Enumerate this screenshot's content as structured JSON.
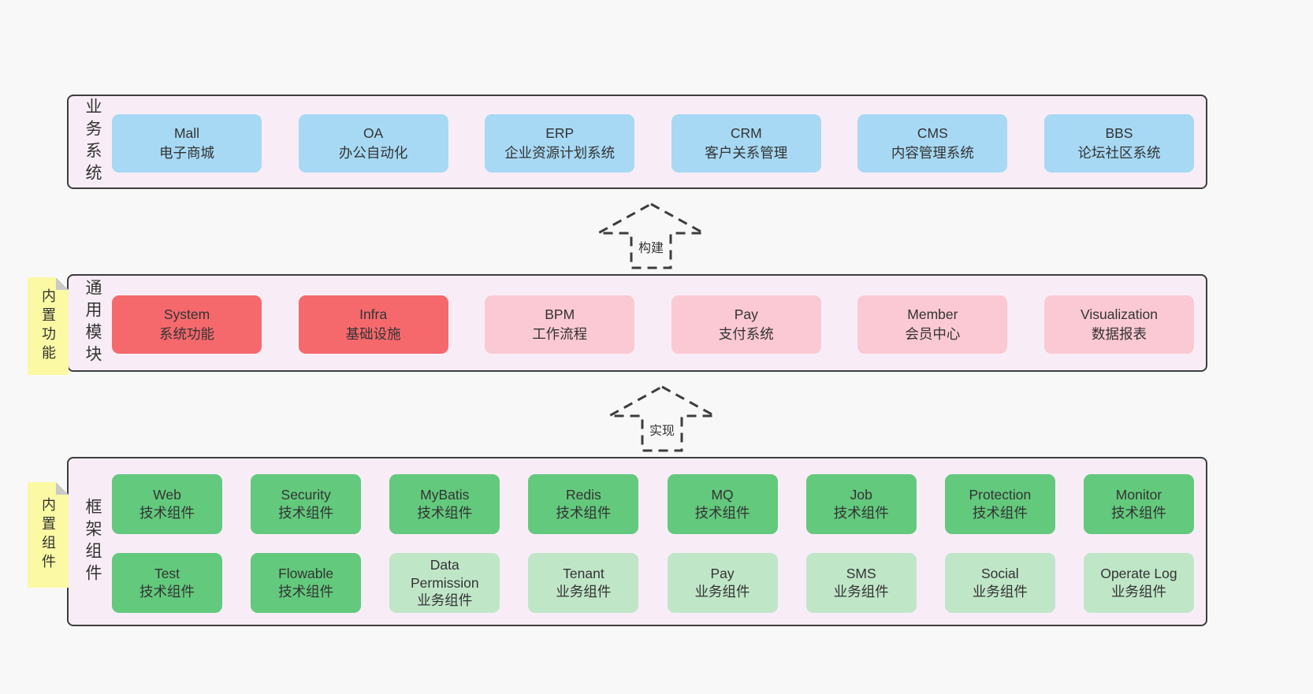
{
  "colors": {
    "page_bg": "#f8f8f8",
    "band_bg": "#f8edf6",
    "band_border": "#3d3d3d",
    "text": "#333333",
    "note_bg": "#fbf9a3",
    "note_fold": "#c9c9c9",
    "blue": "#a7d9f4",
    "red": "#f5696d",
    "pink": "#fbc9d3",
    "green": "#63c97d",
    "lightgreen": "#c0e6c8"
  },
  "arrows": [
    {
      "label": "构建"
    },
    {
      "label": "实现"
    }
  ],
  "bands": [
    {
      "label": "业务系统",
      "rows": [
        [
          {
            "name": "Mall",
            "desc": "电子商城",
            "variant": "blue"
          },
          {
            "name": "OA",
            "desc": "办公自动化",
            "variant": "blue"
          },
          {
            "name": "ERP",
            "desc": "企业资源计划系统",
            "variant": "blue"
          },
          {
            "name": "CRM",
            "desc": "客户关系管理",
            "variant": "blue"
          },
          {
            "name": "CMS",
            "desc": "内容管理系统",
            "variant": "blue"
          },
          {
            "name": "BBS",
            "desc": "论坛社区系统",
            "variant": "blue"
          }
        ]
      ]
    },
    {
      "label": "通用模块",
      "note": "内置功能",
      "rows": [
        [
          {
            "name": "System",
            "desc": "系统功能",
            "variant": "red"
          },
          {
            "name": "Infra",
            "desc": "基础设施",
            "variant": "red"
          },
          {
            "name": "BPM",
            "desc": "工作流程",
            "variant": "pink"
          },
          {
            "name": "Pay",
            "desc": "支付系统",
            "variant": "pink"
          },
          {
            "name": "Member",
            "desc": "会员中心",
            "variant": "pink"
          },
          {
            "name": "Visualization",
            "desc": "数据报表",
            "variant": "pink"
          }
        ]
      ]
    },
    {
      "label": "框架组件",
      "note": "内置组件",
      "rows": [
        [
          {
            "name": "Web",
            "desc": "技术组件",
            "variant": "green"
          },
          {
            "name": "Security",
            "desc": "技术组件",
            "variant": "green"
          },
          {
            "name": "MyBatis",
            "desc": "技术组件",
            "variant": "green"
          },
          {
            "name": "Redis",
            "desc": "技术组件",
            "variant": "green"
          },
          {
            "name": "MQ",
            "desc": "技术组件",
            "variant": "green"
          },
          {
            "name": "Job",
            "desc": "技术组件",
            "variant": "green"
          },
          {
            "name": "Protection",
            "desc": "技术组件",
            "variant": "green"
          },
          {
            "name": "Monitor",
            "desc": "技术组件",
            "variant": "green"
          }
        ],
        [
          {
            "name": "Test",
            "desc": "技术组件",
            "variant": "green"
          },
          {
            "name": "Flowable",
            "desc": "技术组件",
            "variant": "green"
          },
          {
            "name": "Data Permission",
            "desc": "业务组件",
            "variant": "lightgreen"
          },
          {
            "name": "Tenant",
            "desc": "业务组件",
            "variant": "lightgreen"
          },
          {
            "name": "Pay",
            "desc": "业务组件",
            "variant": "lightgreen"
          },
          {
            "name": "SMS",
            "desc": "业务组件",
            "variant": "lightgreen"
          },
          {
            "name": "Social",
            "desc": "业务组件",
            "variant": "lightgreen"
          },
          {
            "name": "Operate Log",
            "desc": "业务组件",
            "variant": "lightgreen"
          }
        ]
      ]
    }
  ]
}
